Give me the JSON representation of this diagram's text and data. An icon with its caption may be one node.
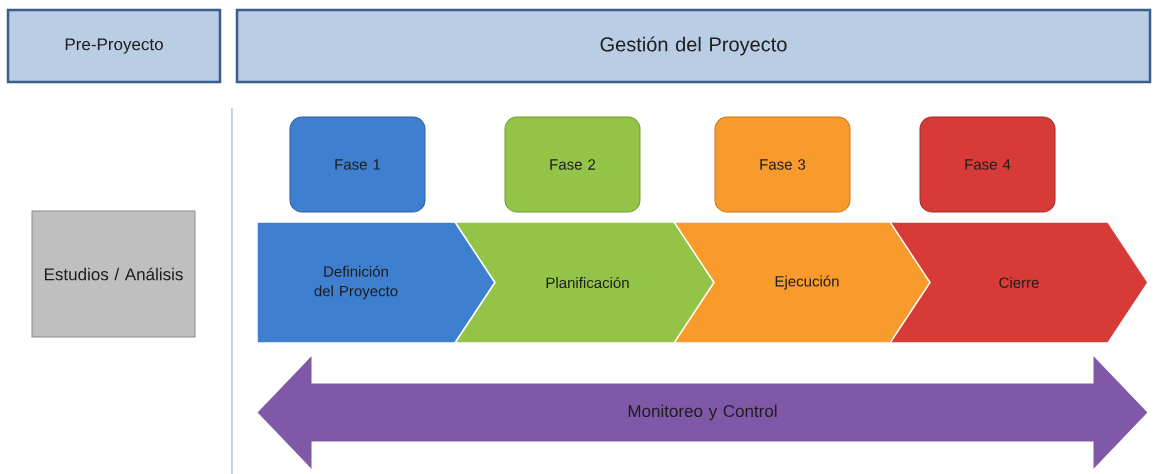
{
  "diagram": {
    "nodes": [
      {
        "text": [
          "Pre-Proyecto"
        ]
      },
      {
        "text": [
          "Gestión del Proyecto"
        ]
      },
      {
        "text": [
          "Fase 1"
        ]
      },
      {
        "text": [
          "Fase 2"
        ]
      },
      {
        "text": [
          "Fase 3"
        ]
      },
      {
        "text": [
          "Fase 4"
        ]
      },
      {
        "text": [
          "Estudios / Análisis"
        ]
      },
      {
        "text": [
          "Definición del Proyecto"
        ]
      },
      {
        "text": [
          "Planificación"
        ]
      },
      {
        "text": [
          "Ejecución"
        ]
      },
      {
        "text": [
          "Cierre"
        ]
      },
      {
        "text": [
          "Monitoreo y Control"
        ]
      }
    ]
  }
}
